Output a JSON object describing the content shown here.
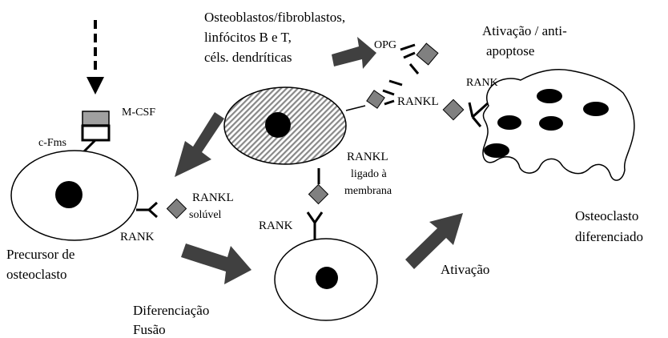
{
  "labels": {
    "osteoblast_line1": "Osteoblastos/fibroblastos,",
    "osteoblast_line2": "linfócitos B e T,",
    "osteoblast_line3": "céls. dendríticas",
    "opg": "OPG",
    "activation_top_line1": "Ativação / anti-",
    "activation_top_line2": "apoptose",
    "rank_top": "RANK",
    "rankl_top": "RANKL",
    "mcsf": "M-CSF",
    "cfms": "c-Fms",
    "rankl_membrane_line1": "RANKL",
    "rankl_membrane_line2": "ligado à",
    "rankl_membrane_line3": "membrana",
    "rankl_soluble_line1": "RANKL",
    "rankl_soluble_line2": "solúvel",
    "rank_left": "RANK",
    "rank_mid": "RANK",
    "precursor_line1": "Precursor de",
    "precursor_line2": "osteoclasto",
    "differentiated_line1": "Osteoclasto",
    "differentiated_line2": "diferenciado",
    "activation_bottom": "Ativação",
    "differentiation_line1": "Diferenciação",
    "differentiation_line2": "Fusão"
  },
  "colors": {
    "arrow": "#404040",
    "diamond": "#808080",
    "nucleus": "#000000",
    "hatch": "#888888"
  }
}
